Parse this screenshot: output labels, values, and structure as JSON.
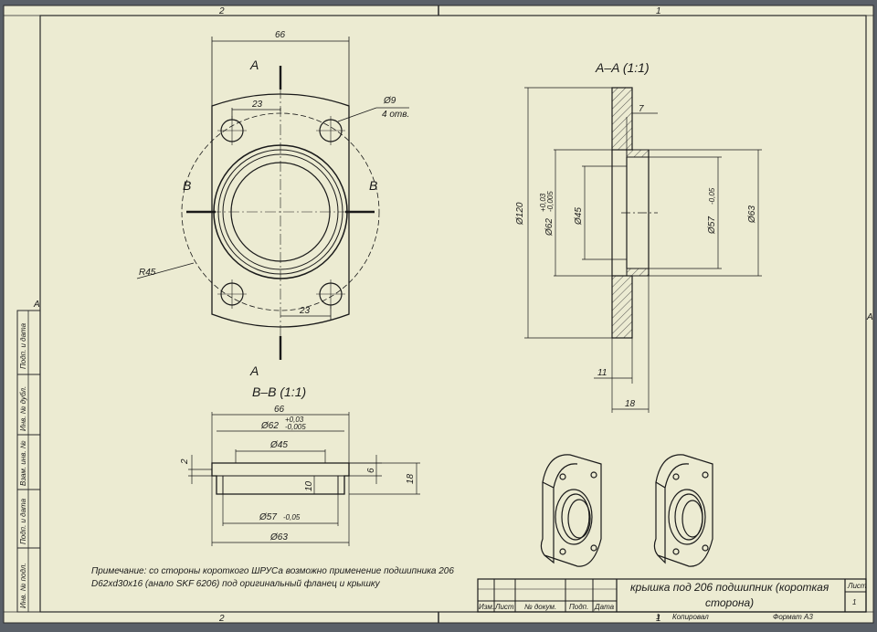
{
  "sheet": {
    "zone_top_left": "2",
    "zone_top_right": "1",
    "zone_bottom_left": "2",
    "zone_bottom_right": "1",
    "zone_side_left": "A",
    "zone_side_right": "A",
    "bg_color": "#ecebd2",
    "frame_color": "#2a2a2a"
  },
  "side_stamp": [
    "Подп. и дата",
    "Инв. № дубл.",
    "Взам. инв. №",
    "Подп. и дата",
    "Инв. № подл."
  ],
  "front_view": {
    "dim_width": "66",
    "dim_hole_top": "23",
    "dim_hole_bottom": "23",
    "dim_hole_dia": "Ø9",
    "hole_count": "4 отв.",
    "radius": "R45",
    "cut_a_top": "A",
    "cut_a_bottom": "A",
    "cut_b_left": "B",
    "cut_b_right": "B"
  },
  "section_aa": {
    "title": "A–A (1:1)",
    "dim_d120": "Ø120",
    "dim_d62": "Ø62",
    "dim_d62_tol_upper": "+0,03",
    "dim_d62_tol_lower": "-0,005",
    "dim_d45": "Ø45",
    "dim_d57": "Ø57",
    "dim_d57_tol": "-0,05",
    "dim_d63": "Ø63",
    "dim_7": "7",
    "dim_11": "11",
    "dim_18": "18"
  },
  "section_bb": {
    "title": "B–B (1:1)",
    "dim_66": "66",
    "dim_d62": "Ø62",
    "dim_d62_tol_upper": "+0,03",
    "dim_d62_tol_lower": "-0,005",
    "dim_d45": "Ø45",
    "dim_d57": "Ø57",
    "dim_d57_tol": "-0,05",
    "dim_d63": "Ø63",
    "dim_2": "2",
    "dim_6": "6",
    "dim_10": "10",
    "dim_18": "18"
  },
  "note": {
    "line1": "Примечание: со стороны короткого ШРУСа возможно применение подшипника 206",
    "line2": "D62xd30x16 (анало SKF 6206) под оригинальный фланец и крышку"
  },
  "title_block": {
    "title_line1": "крышка под 206 подшипник (короткая",
    "title_line2": "сторона)",
    "col_izm": "Изм.",
    "col_list": "Лист",
    "col_doc": "№ докум.",
    "col_sign": "Подп.",
    "col_date": "Дата",
    "sheet_label": "Лист",
    "sheet_num": "1",
    "bottom_num": "1",
    "copied": "Копировал",
    "format": "Формат A3"
  }
}
